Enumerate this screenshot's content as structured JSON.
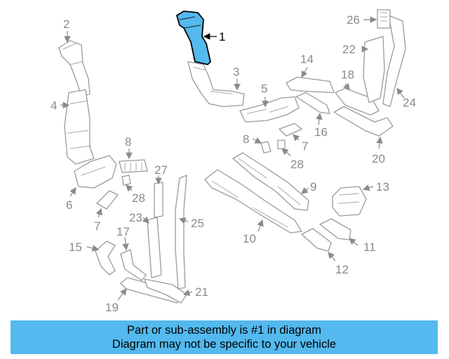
{
  "diagram": {
    "highlight_color": "#53b9ee",
    "callouts": {
      "c1": "1",
      "c2": "2",
      "c3": "3",
      "c4": "4",
      "c5": "5",
      "c6": "6",
      "c7a": "7",
      "c7b": "7",
      "c8a": "8",
      "c8b": "8",
      "c9": "9",
      "c10": "10",
      "c11": "11",
      "c12": "12",
      "c13": "13",
      "c14": "14",
      "c15": "15",
      "c16": "16",
      "c17": "17",
      "c18": "18",
      "c19": "19",
      "c20": "20",
      "c21": "21",
      "c22": "22",
      "c23": "23",
      "c24": "24",
      "c25": "25",
      "c26": "26",
      "c27": "27",
      "c28a": "28",
      "c28b": "28"
    }
  },
  "banner": {
    "line1": "Part or sub-assembly is #1 in diagram",
    "line2": "Diagram may not be specific to your vehicle",
    "color": "#53b9ee"
  }
}
